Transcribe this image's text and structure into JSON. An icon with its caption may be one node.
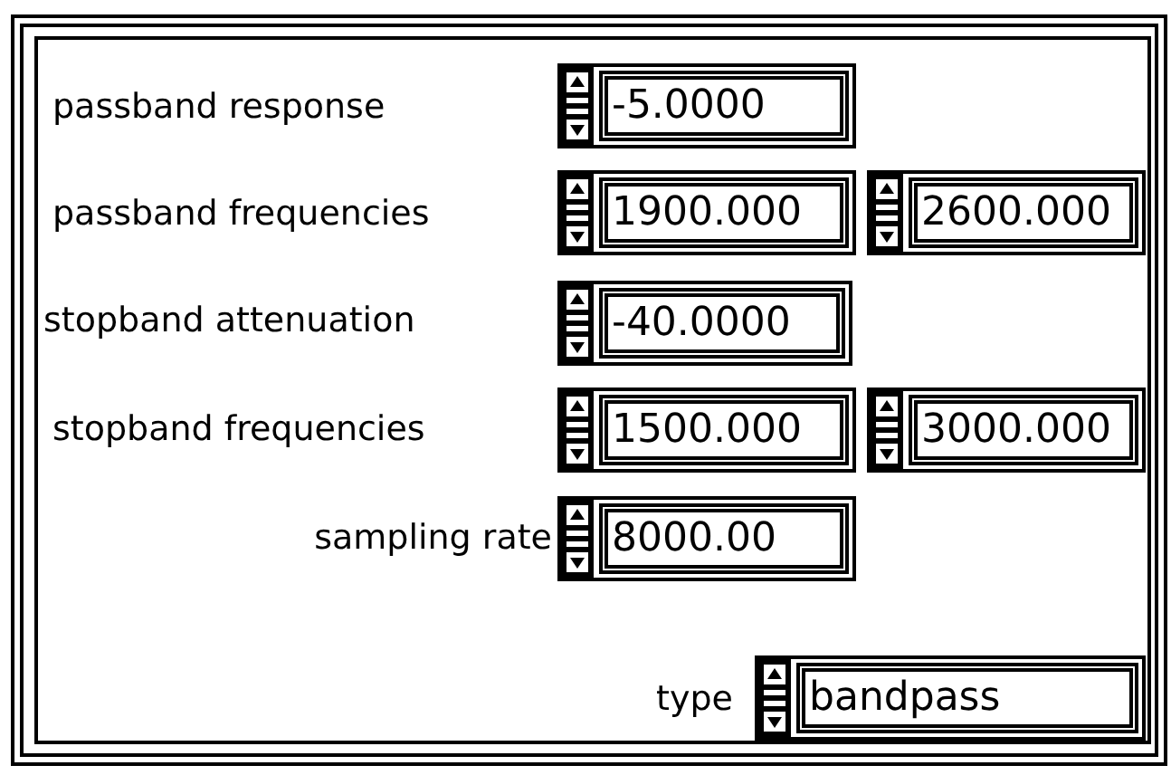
{
  "diagram": {
    "nodes": [
      {
        "text": [
          "-5.0000"
        ]
      },
      {
        "text": [
          "1900.000"
        ]
      },
      {
        "text": [
          "2600.000"
        ]
      },
      {
        "text": [
          "-40.0000"
        ]
      },
      {
        "text": [
          "1500.000"
        ]
      },
      {
        "text": [
          "3000.000"
        ]
      },
      {
        "text": [
          "8000.00"
        ]
      },
      {
        "text": [
          "bandpass"
        ]
      }
    ],
    "labels": [
      "passband response",
      "passband frequencies",
      "stopband attenuation",
      "stopband frequencies",
      "sampling rate",
      "type"
    ]
  }
}
